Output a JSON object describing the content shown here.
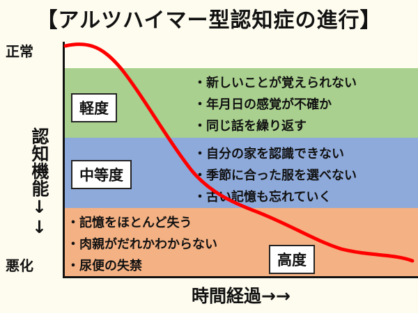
{
  "title": "【アルツハイマー型認知症の進行】",
  "y_axis": {
    "label_vertical": "認知機能↓↓",
    "top_label": "正常",
    "bottom_label": "悪化"
  },
  "x_axis": {
    "label": "時間経過→→"
  },
  "stages": {
    "mild": {
      "label": "軽度",
      "color": "#a9d08e",
      "notes": [
        "新しいことが覚えられない",
        "年月日の感覚が不確か",
        "同じ話を繰り返す"
      ]
    },
    "moderate": {
      "label": "中等度",
      "color": "#8eaadb",
      "notes": [
        "自分の家を認識できない",
        "季節に合った服を選べない",
        "古い記憶も忘れていく"
      ]
    },
    "severe": {
      "label": "高度",
      "color": "#f4b183",
      "notes": [
        "記憶をほとんど失う",
        "肉親がだれかわからない",
        "尿便の失禁"
      ]
    }
  },
  "curve_color": "#ff0000"
}
